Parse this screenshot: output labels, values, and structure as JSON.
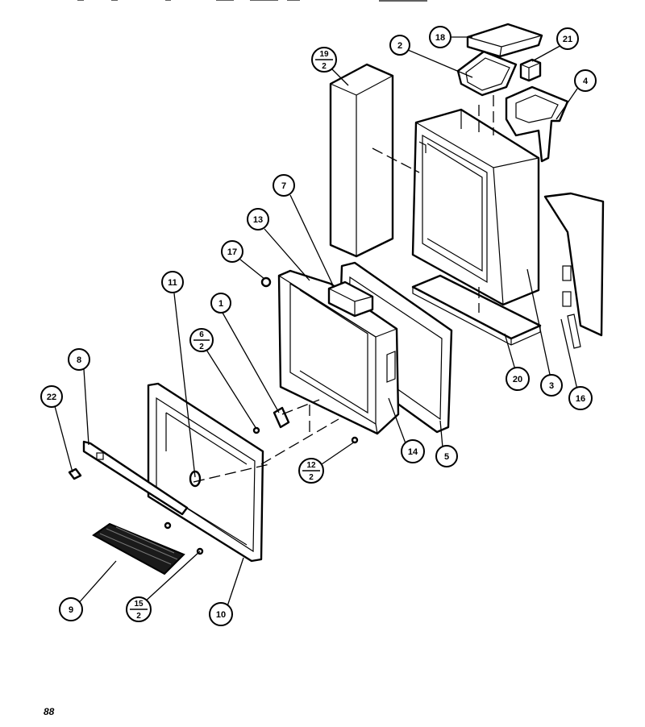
{
  "callouts": {
    "c1": "1",
    "c2": "2",
    "c3": "3",
    "c4": "4",
    "c5": "5",
    "c6_top": "6",
    "c6_bottom": "2",
    "c7": "7",
    "c8": "8",
    "c9": "9",
    "c10": "10",
    "c11": "11",
    "c12_top": "12",
    "c12_bottom": "2",
    "c13": "13",
    "c14": "14",
    "c15_top": "15",
    "c15_bottom": "2",
    "c16": "16",
    "c17": "17",
    "c18": "18",
    "c19_top": "19",
    "c19_bottom": "2",
    "c20": "20",
    "c21": "21",
    "c22": "22"
  },
  "page_number": "88"
}
